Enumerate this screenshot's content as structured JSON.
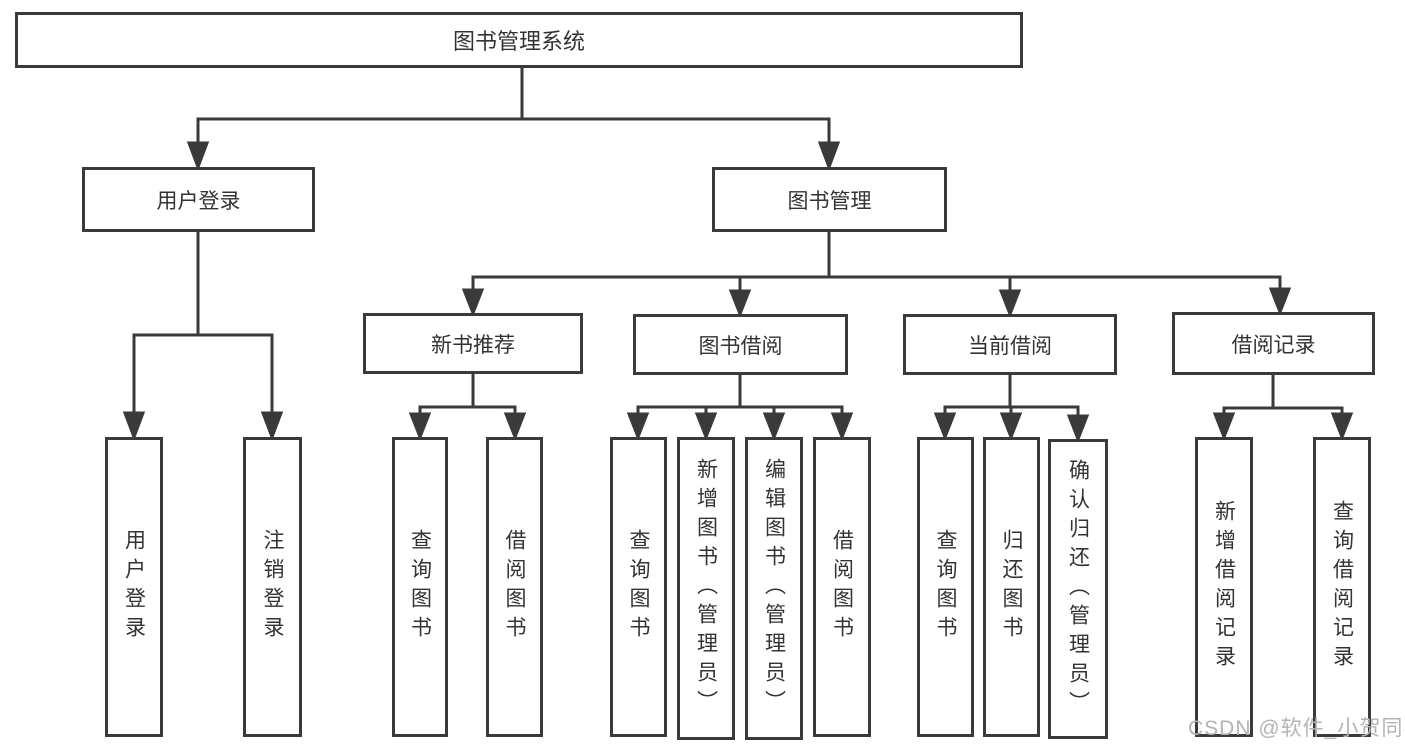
{
  "diagram": {
    "type": "hierarchy-tree",
    "root": {
      "label": "图书管理系统"
    },
    "level2": [
      {
        "id": "user-login",
        "label": "用户登录",
        "children": [
          {
            "label": "用户登录"
          },
          {
            "label": "注销登录"
          }
        ]
      },
      {
        "id": "book-management",
        "label": "图书管理",
        "children": [
          {
            "id": "new-book-recommend",
            "label": "新书推荐",
            "children": [
              {
                "label": "查询图书"
              },
              {
                "label": "借阅图书"
              }
            ]
          },
          {
            "id": "book-borrowing",
            "label": "图书借阅",
            "children": [
              {
                "label": "查询图书"
              },
              {
                "label": "新增图书（管理员）"
              },
              {
                "label": "编辑图书（管理员）"
              },
              {
                "label": "借阅图书"
              }
            ]
          },
          {
            "id": "current-borrowing",
            "label": "当前借阅",
            "children": [
              {
                "label": "查询图书"
              },
              {
                "label": "归还图书"
              },
              {
                "label": "确认归还（管理员）"
              }
            ]
          },
          {
            "id": "borrow-records",
            "label": "借阅记录",
            "children": [
              {
                "label": "新增借阅记录"
              },
              {
                "label": "查询借阅记录"
              }
            ]
          }
        ]
      }
    ]
  },
  "watermark": {
    "text": "CSDN @软件_小贺同学"
  },
  "colors": {
    "line": "#3A3A3A",
    "text": "#333333",
    "watermark": "#B3B3B3",
    "background": "#FFFFFF"
  }
}
